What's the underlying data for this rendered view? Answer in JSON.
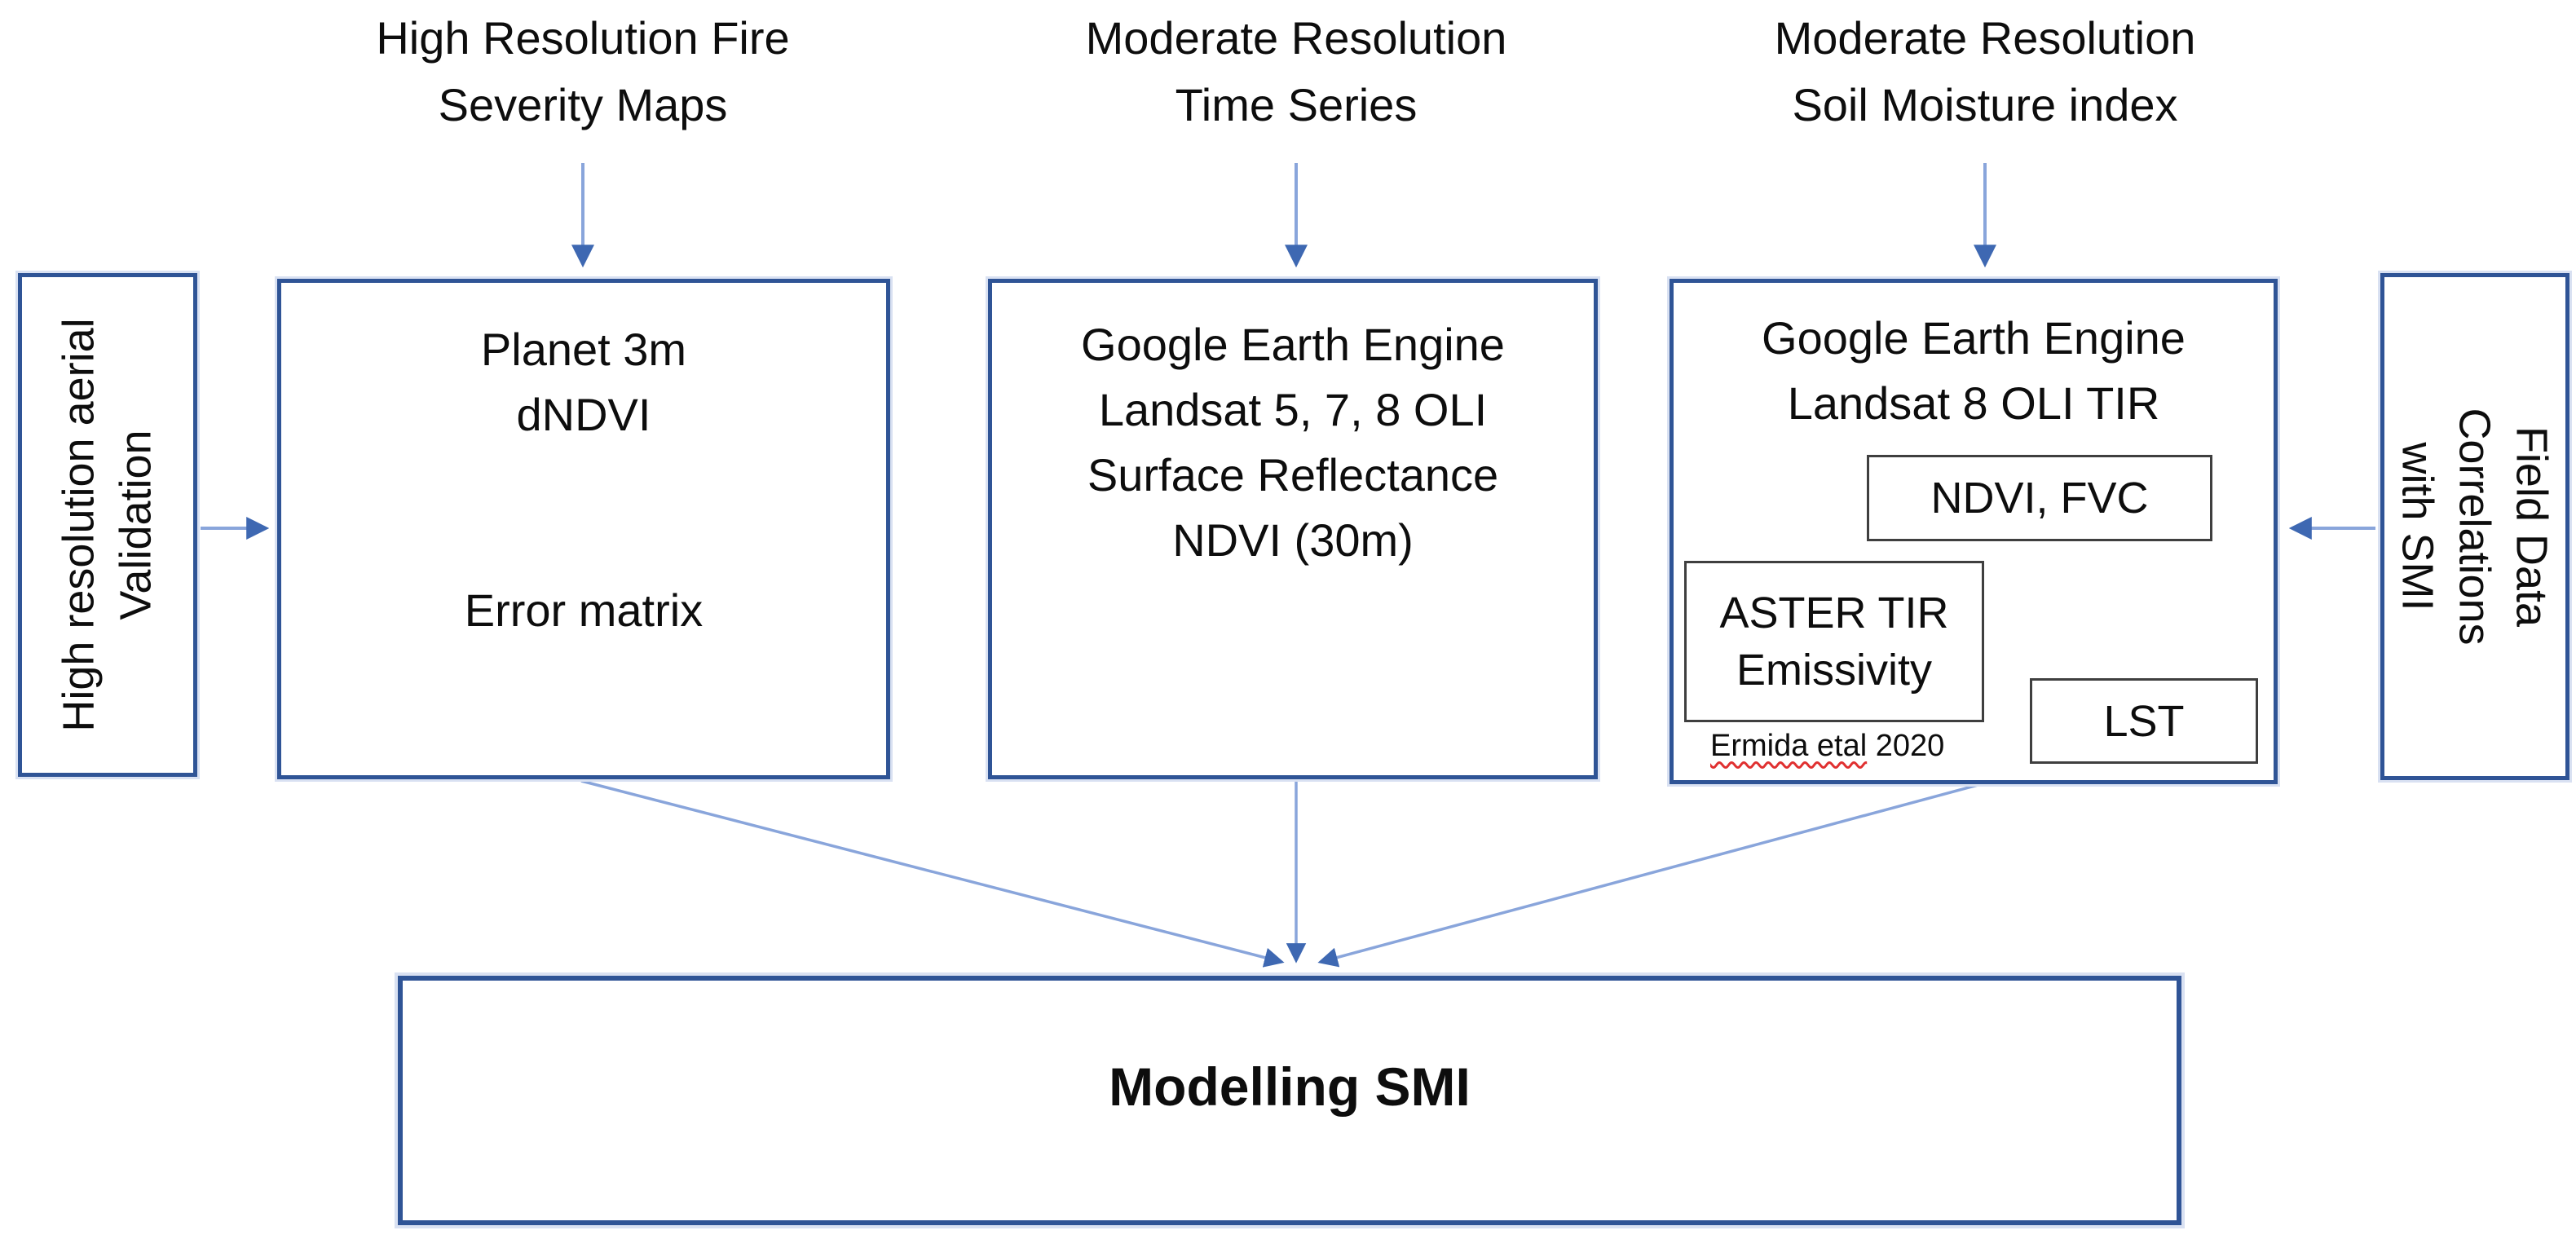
{
  "labels": [
    {
      "lines": [
        "High Resolution Fire",
        "Severity Maps"
      ]
    },
    {
      "lines": [
        "Moderate Resolution",
        "Time Series"
      ]
    },
    {
      "lines": [
        "Moderate Resolution",
        "Soil Moisture index"
      ]
    }
  ],
  "side_left": {
    "lines": [
      "High resolution aerial",
      "Validation"
    ]
  },
  "side_right": {
    "lines": [
      "Field Data",
      "Correlations",
      "with SMI"
    ]
  },
  "planet": {
    "lines": [
      "Planet 3m",
      "dNDVI"
    ],
    "footer": "Error matrix"
  },
  "gee": {
    "lines": [
      "Google Earth Engine",
      "Landsat 5, 7, 8 OLI",
      "Surface Reflectance",
      "NDVI (30m)"
    ]
  },
  "tir": {
    "lines": [
      "Google Earth Engine",
      "Landsat 8 OLI TIR"
    ],
    "ndvi_fvc": "NDVI, FVC",
    "aster": [
      "ASTER TIR",
      "Emissivity"
    ],
    "lst": "LST",
    "citation_text": "Ermida etal",
    "citation_year": " 2020"
  },
  "modelling": {
    "label": "Modelling SMI"
  },
  "colors": {
    "box_border": "#2F5496",
    "box_halo": "#D9E1F2",
    "inner_border": "#3F3F3F",
    "arrow_stem": "#89A5DB",
    "arrow_head": "#3E68B2",
    "citation_underline": "#E03030",
    "text": "#0d0d0d"
  }
}
